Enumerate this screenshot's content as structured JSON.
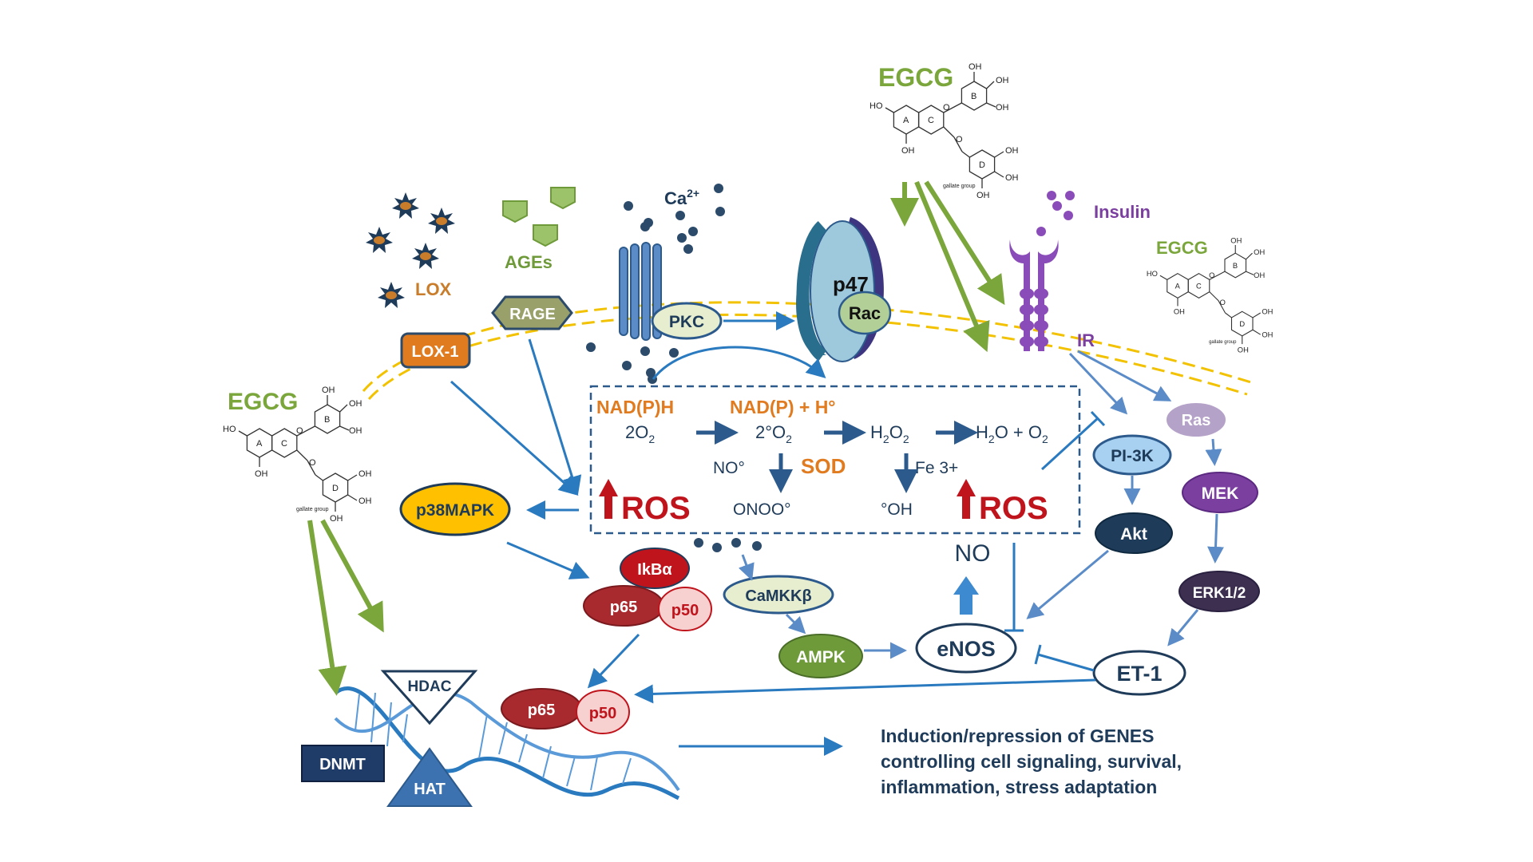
{
  "egcg_label": "EGCG",
  "ring_labels": {
    "a": "A",
    "b": "B",
    "c": "C",
    "d": "D"
  },
  "chem_oh": "OH",
  "chem_ho": "HO",
  "chem_o": "O",
  "galloyl_label": "gallate group",
  "lox": "LOX",
  "ages": "AGEs",
  "ca": "Ca",
  "ca_sup": "2+",
  "insulin": "Insulin",
  "lox1": "LOX-1",
  "rage": "RAGE",
  "pkc": "PKC",
  "p47": "p47",
  "rac": "Rac",
  "ir": "IR",
  "ras": "Ras",
  "pi3k": "PI-3K",
  "mek": "MEK",
  "akt": "Akt",
  "erk": "ERK1/2",
  "et1": "ET-1",
  "enos": "eNOS",
  "no": "NO",
  "ampk": "AMPK",
  "camkk": "CaMKKβ",
  "p38": "p38MAPK",
  "ikba": "IkBα",
  "p65": "p65",
  "p50": "p50",
  "hdac": "HDAC",
  "hat": "HAT",
  "dnmt": "DNMT",
  "ros": "ROS",
  "box": {
    "nadph": "NAD(P)H",
    "nadp": "NAD(P) + H°",
    "o2_2": "2O",
    "sup_o2": "2°O",
    "h2o2": "H",
    "h2o": "H",
    "sod": "SOD",
    "no_rad": "NO°",
    "fe": "Fe 3+",
    "onoo": "ONOO°",
    "oh": "°OH"
  },
  "genes_text": [
    "Induction/repression of GENES",
    "controlling cell  signaling, survival,",
    "inflammation, stress adaptation"
  ],
  "colors": {
    "green": "#6e9a3a",
    "blue_arrow": "#2a7ac0",
    "dark_navy": "#1f3b5a",
    "orange": "#e07b20",
    "red": "#c0141c",
    "purple": "#7b3fa0",
    "membrane": "#f2c200"
  }
}
